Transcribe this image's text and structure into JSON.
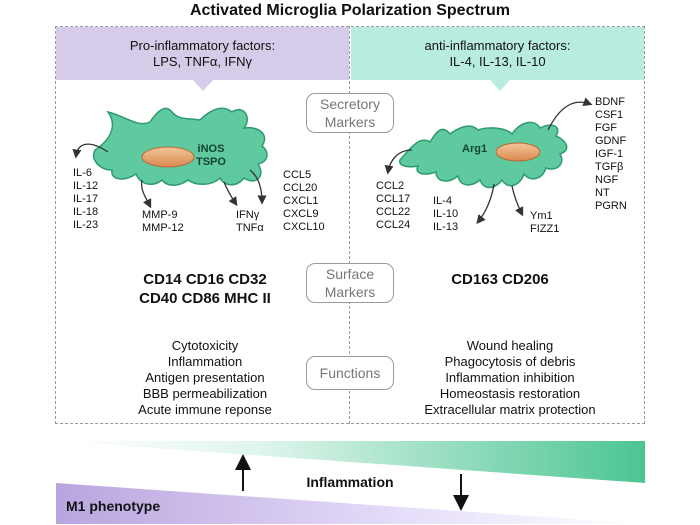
{
  "title": "Activated Microglia Polarization Spectrum",
  "left_header": {
    "line1": "Pro-inflammatory factors:",
    "line2": "LPS, TNFα, IFNγ"
  },
  "right_header": {
    "line1": "anti-inflammatory factors:",
    "line2": "IL-4, IL-13, IL-10"
  },
  "markers": {
    "secretory": [
      "Secretory",
      "Markers"
    ],
    "surface": [
      "Surface",
      "Markers"
    ],
    "functions": "Functions"
  },
  "m1_cell": {
    "inner_labels": [
      "iNOS",
      "TSPO"
    ],
    "list_left": [
      "IL-6",
      "IL-12",
      "IL-17",
      "IL-18",
      "IL-23"
    ],
    "list_mmp": [
      "MMP-9",
      "MMP-12"
    ],
    "list_ifn": [
      "IFNγ",
      "TNFα"
    ],
    "list_ccl": [
      "CCL5",
      "CCL20",
      "CXCL1",
      "CXCL9",
      "CXCL10"
    ]
  },
  "m2_cell": {
    "inner_label": "Arg1",
    "list_ccl": [
      "CCL2",
      "CCL17",
      "CCL22",
      "CCL24"
    ],
    "list_il": [
      "IL-4",
      "IL-10",
      "IL-13"
    ],
    "list_ym": [
      "Ym1",
      "FIZZ1"
    ],
    "list_right": [
      "BDNF",
      "CSF1",
      "FGF",
      "GDNF",
      "IGF-1",
      "TGFβ",
      "NGF",
      "NT",
      "PGRN"
    ]
  },
  "surface_left": [
    "CD14  CD16  CD32",
    "CD40  CD86  MHC II"
  ],
  "surface_right": "CD163  CD206",
  "functions_left": [
    "Cytotoxicity",
    "Inflammation",
    "Antigen presentation",
    "BBB permeabilization",
    "Acute immune reponse"
  ],
  "functions_right": [
    "Wound healing",
    "Phagocytosis of debris",
    "Inflammation inhibition",
    "Homeostasis restoration",
    "Extracellular matrix protection"
  ],
  "bottom": {
    "inflammation_label": "Inflammation",
    "m1_label": "M1 phenotype"
  },
  "colors": {
    "purple": "#d6cbe8",
    "teal": "#b7ecdf",
    "cell_fill": "#5fc9a0",
    "cell_stroke": "#2e9a70",
    "nucleus": "#e6a06a",
    "gradient_teal": "#4cc592",
    "gradient_purple": "#b9a5de"
  }
}
